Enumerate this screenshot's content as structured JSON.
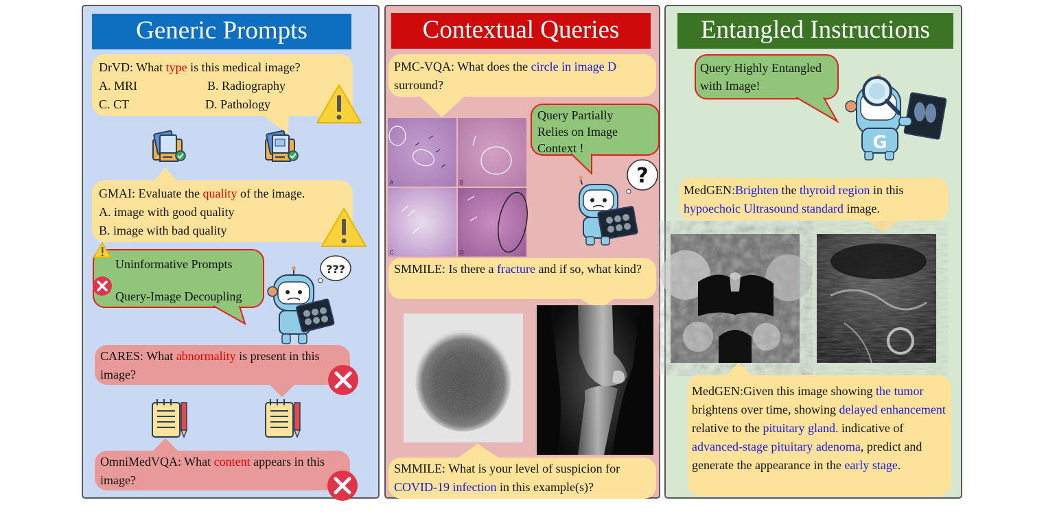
{
  "panel1": {
    "title": "Generic Prompts",
    "drvd": {
      "source": "DrVD:",
      "q_pre": " What ",
      "q_key": "type",
      "q_post": " is this medical  image?",
      "opt_a": "A. MRI",
      "opt_b": "B. Radiography",
      "opt_c": "C. CT",
      "opt_d": "D. Pathology"
    },
    "gmai": {
      "source": "GMAI:",
      "q_pre": " Evaluate the ",
      "q_key": "quality",
      "q_post": " of the image.",
      "opt_a": "A. image with good quality",
      "opt_b": "B. image with bad quality"
    },
    "callout": {
      "line1": "Uninformative Prompts",
      "line2": "Query-Image Decoupling"
    },
    "robot_thought": "???",
    "cares": {
      "source": "CARES:",
      "q_pre": " What ",
      "q_key": "abnormality",
      "q_post": " is present in this image?"
    },
    "omni": {
      "source": "OmniMedVQA:",
      "q_pre": " What ",
      "q_key": "content",
      "q_post": " appears in this image?"
    }
  },
  "panel2": {
    "title": "Contextual Queries",
    "pmc": {
      "source": "PMC-VQA:",
      "q_pre": " What does the ",
      "q_key": "circle in image D",
      "q_post": " surround?"
    },
    "callout": {
      "line1": "Query Partially",
      "line2": "Relies on Image",
      "line3": "Context !"
    },
    "robot_thought": "?",
    "histo_labels": [
      "A",
      "B",
      "C",
      "D"
    ],
    "smmile1": {
      "source": "SMMILE:",
      "q_pre": " Is there a ",
      "q_key": "fracture",
      "q_post": " and if so, what kind?"
    },
    "smmile2": {
      "source": "SMMILE:",
      "q_pre": " What is your level of suspicion for ",
      "q_key": "COVID-19 infection",
      "q_post": " in this example(s)?"
    }
  },
  "panel3": {
    "title": "Entangled Instructions",
    "callout": {
      "line1": "Query Highly Entangled",
      "line2": "with Image!"
    },
    "robot_badge": "G",
    "medgen1": {
      "source": "MedGEN:",
      "k1": "Brighten",
      "t1": " the ",
      "k2": "thyroid region",
      "t2": " in this ",
      "k3": "hypoechoic Ultrasound standard",
      "t3": " image."
    },
    "medgen2": {
      "source": "MedGEN:",
      "t0": "Given this image showing ",
      "k1": "the tumor",
      "t1": " brightens over time, showing ",
      "k2": "delayed enhancement",
      "t2": " relative to the ",
      "k3": "pituitary gland",
      "t3": ". indicative of ",
      "k4": "advanced-stage pituitary adenoma",
      "t4": ", predict and generate the appearance in the ",
      "k5": "early stage",
      "t5": "."
    }
  },
  "colors": {
    "blue_title": "#0e6fc0",
    "red_title": "#cf0a0a",
    "green_title": "#3a7424",
    "highlight_red": "#e00000",
    "highlight_blue": "#1a1adf"
  }
}
